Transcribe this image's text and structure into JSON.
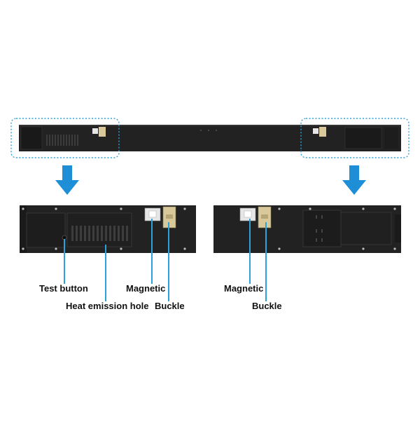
{
  "labels": {
    "left_test_button": "Test button",
    "left_heat_emission_hole": "Heat emission hole",
    "left_magnetic": "Magnetic",
    "left_buckle": "Buckle",
    "right_magnetic": "Magnetic",
    "right_buckle": "Buckle"
  },
  "colors": {
    "background": "#ffffff",
    "panel": "#222222",
    "panel_dark": "#151515",
    "callout": "#2aa3dc",
    "arrow": "#1e8fd6",
    "magnet": "#e6e6e6",
    "buckle": "#d8c89a",
    "label_text": "#111111"
  }
}
